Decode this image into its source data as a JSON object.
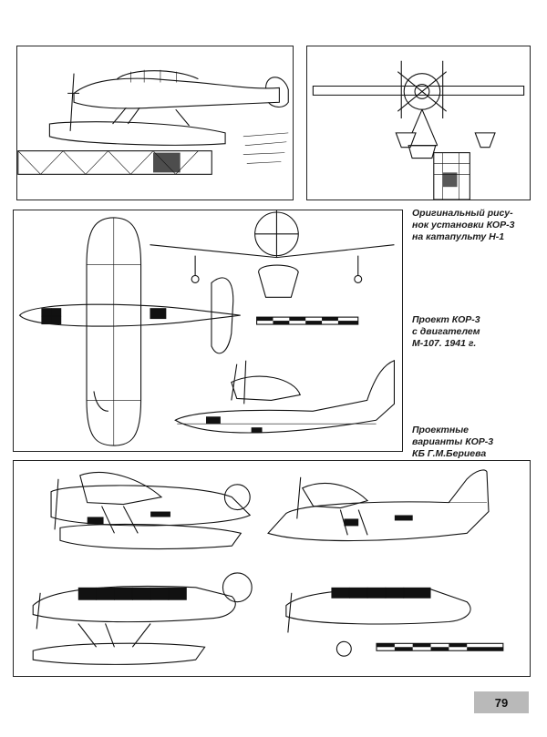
{
  "captions": {
    "catapult": "Оригинальный рису-\nнок установки КОР-3\nна катапульту Н-1",
    "m107": "Проект КОР-3\nс двигателем\nМ-107. 1941 г.",
    "variants": "Проектные\nварианты КОР-3\nКБ Г.М.Бериева"
  },
  "page_number": "79"
}
